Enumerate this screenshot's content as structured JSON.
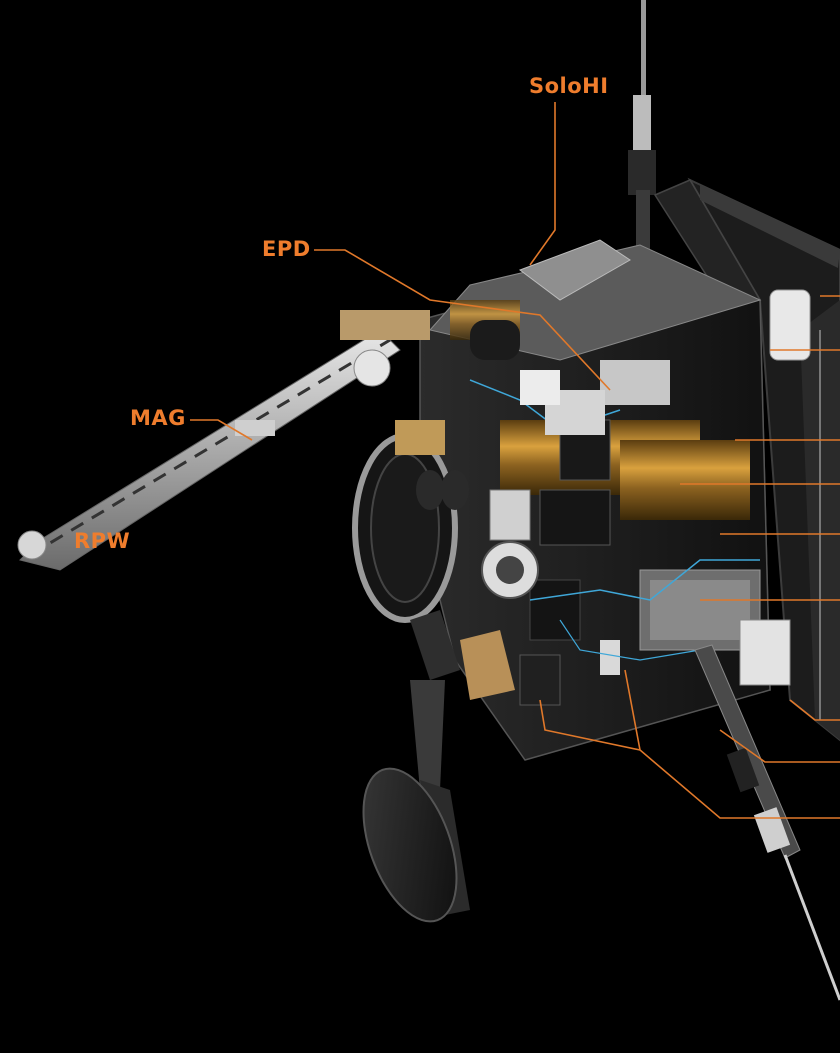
{
  "labels": {
    "soloHI": "SoloHI",
    "epd": "EPD",
    "mag": "MAG",
    "rpw": "RPW"
  },
  "colors": {
    "background": "#000000",
    "accent": "#ef7d2d",
    "callout_line": "#e0782a",
    "gold_foil": "#b8862a",
    "panel_dark": "#1a1a1a",
    "metal_light": "#cfcfcf"
  }
}
